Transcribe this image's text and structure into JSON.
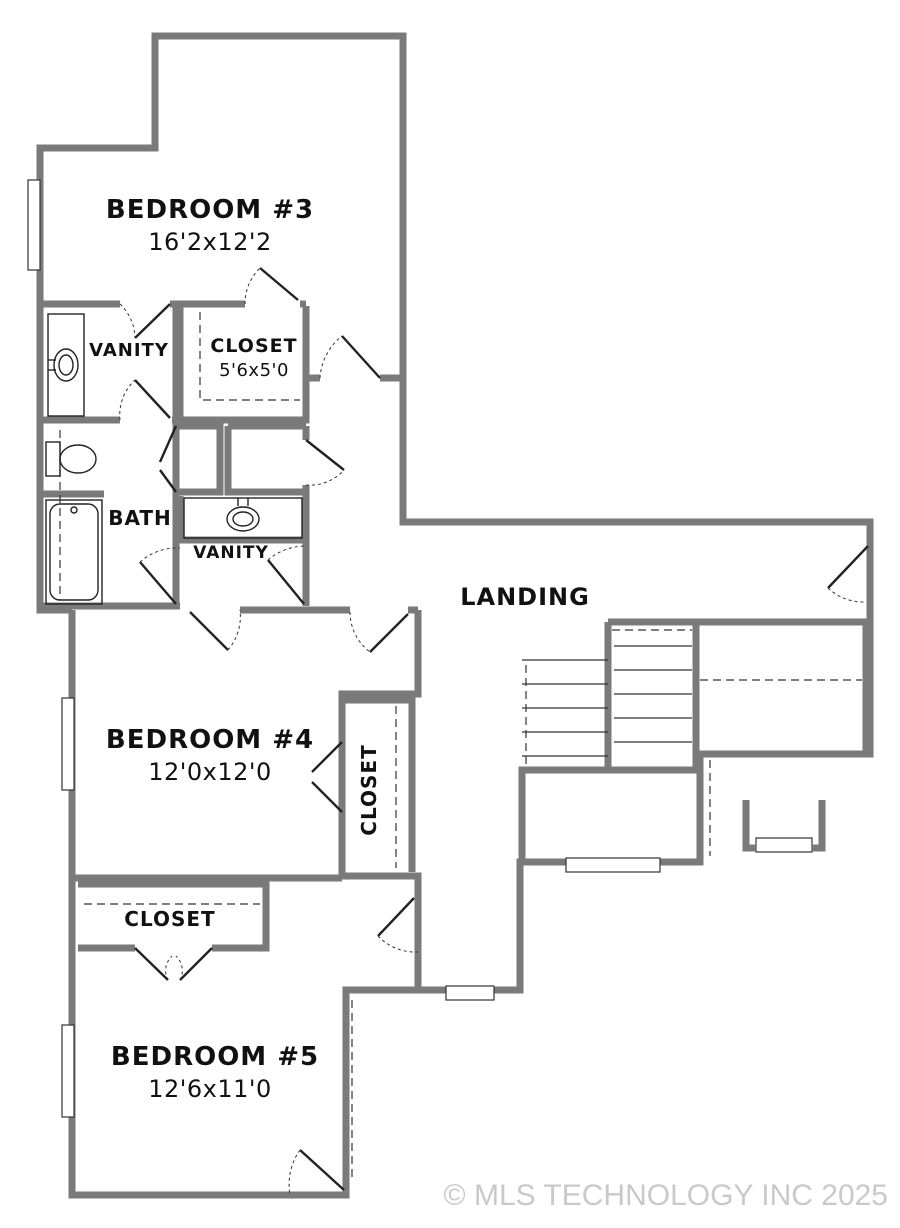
{
  "rooms": {
    "bedroom3": {
      "name": "BEDROOM #3",
      "size": "16'2x12'2"
    },
    "bedroom4": {
      "name": "BEDROOM #4",
      "size": "12'0x12'0"
    },
    "bedroom5": {
      "name": "BEDROOM #5",
      "size": "12'6x11'0"
    },
    "closet3": {
      "name": "CLOSET",
      "size": "5'6x5'0"
    },
    "closet4": {
      "name": "CLOSET"
    },
    "closet5": {
      "name": "CLOSET"
    },
    "vanity_a": {
      "name": "VANITY"
    },
    "vanity_b": {
      "name": "VANITY"
    },
    "bath": {
      "name": "BATH"
    },
    "landing": {
      "name": "LANDING"
    }
  },
  "watermark": "© MLS TECHNOLOGY INC 2025",
  "colors": {
    "wall": "#7a7a7a",
    "line": "#222222",
    "watermark": "#c9c9c9"
  }
}
